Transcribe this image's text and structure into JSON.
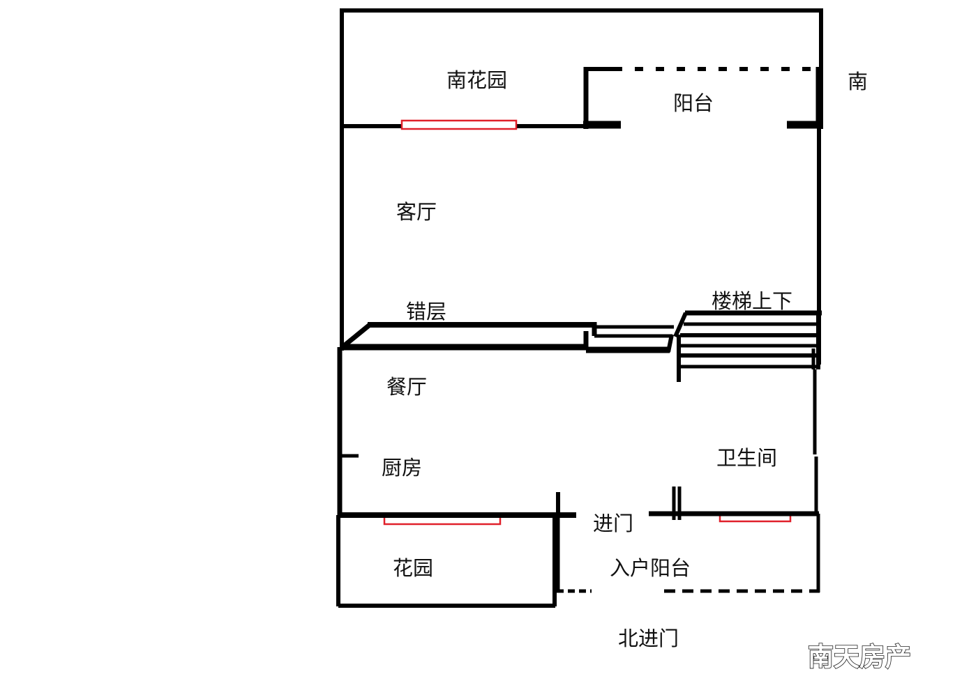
{
  "rooms": {
    "south_garden": "南花园",
    "balcony": "阳台",
    "living_room": "客厅",
    "split_level": "错层",
    "stairs": "楼梯上下",
    "dining_room": "餐厅",
    "kitchen": "厨房",
    "bathroom": "卫生间",
    "entrance": "进门",
    "entry_balcony": "入户阳台",
    "garden": "花园"
  },
  "compass": {
    "south": "南"
  },
  "north_entrance": "北进门",
  "watermark": "南天房产",
  "colors": {
    "wall": "#000000",
    "window": "#e0202a",
    "background": "#ffffff"
  }
}
